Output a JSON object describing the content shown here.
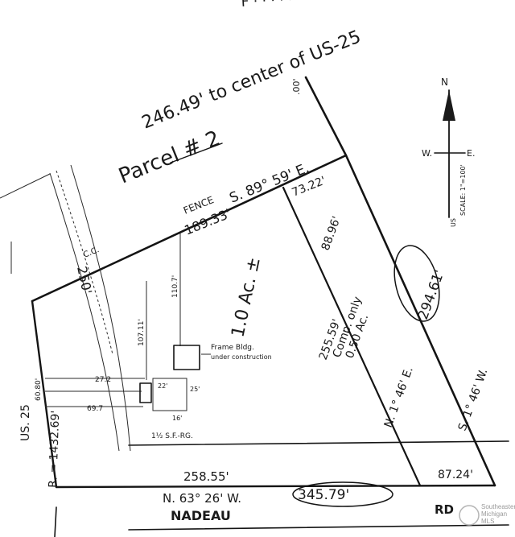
{
  "labels": {
    "distance_to_center": "246.49'  to center of US-25",
    "parcel": "Parcel # 2",
    "north_line_bearing": "S. 89° 59' E.",
    "north_seg_1": "189.33'",
    "north_seg_2": "73.22'",
    "east_offset": ".00'",
    "acreage_main": "1.0 Ac. ±",
    "comp_only": "Comp. only",
    "comp_acres": "0.50 Ac.",
    "inner_bearing": "N. 1° 46' E.",
    "inner_dist_a": "255.59'",
    "inner_dist_b": "88.96'",
    "east_bearing": "S. 1° 46' W.",
    "east_dist": "294.61'",
    "south_seg_1": "258.55'",
    "south_seg_2": "87.24'",
    "south_bearing": "N. 63° 26' W.",
    "south_total": "345.79'",
    "road_name": "NADEAU",
    "road_abbrev": "RD",
    "highway": "US. 25",
    "curve": "R. = 1432.69'",
    "curve_b": "60.80'",
    "bldg_1": "Frame Bldg.",
    "bldg_2": "under construction",
    "dim_1": "107.11'",
    "dim_2": "110.7'",
    "dim_3": "27.2",
    "dim_4": "22'",
    "dim_5": "69.7",
    "dim_6": "25'",
    "dim_7": "16'",
    "dim_8": "1½ S.F.-RG.",
    "fence": "FENCE",
    "cc": "C.C.",
    "row_width": "250'",
    "top_note": "F · · · · · · · · · · · · · FRONT",
    "north": "N",
    "west": "W.",
    "east": "E.",
    "scale": "SCALE: 1\"=100'",
    "us_mark": "US"
  },
  "watermark": {
    "line1": "Southeastern",
    "line2": "Michigan",
    "line3": "MLS"
  }
}
